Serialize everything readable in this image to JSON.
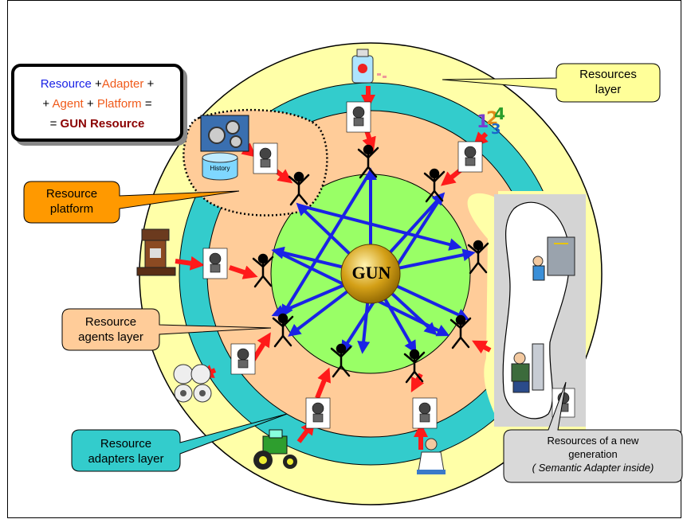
{
  "formula": {
    "resource": "Resource",
    "plus1": " +",
    "adapter": "Adapter",
    "plus2": " +",
    "plus3": "+ ",
    "agent": "Agent",
    "plus4": " + ",
    "platform": "Platform",
    "equals1": " =",
    "equals2": "= ",
    "gun_resource": "GUN Resource"
  },
  "center_label": "GUN",
  "history_label": "History",
  "callouts": {
    "resources_layer": [
      "Resources",
      "layer"
    ],
    "resource_platform": [
      "Resource",
      "platform"
    ],
    "resource_agents_layer": [
      "Resource",
      "agents layer"
    ],
    "resource_adapters_layer": [
      "Resource",
      "adapters layer"
    ],
    "new_generation": [
      "Resources of a new",
      "generation",
      "( Semantic Adapter inside)"
    ]
  },
  "colors": {
    "outer_ring": "#ffffa8",
    "adapter_ring": "#33cccc",
    "agent_ring": "#ffcc99",
    "core": "#99ff66",
    "gun_sphere": "#d4a017",
    "arrow_red": "#ff1a1a",
    "arrow_blue": "#1a22e6",
    "platform_callout": "#ff9900",
    "agents_callout": "#ffcc99",
    "adapters_callout": "#33cccc",
    "resources_callout": "#ffff99",
    "new_gen_callout": "#d9d9d9"
  },
  "icons": [
    "medicine-bottle-icon",
    "numbers-icon",
    "electrician-icon",
    "mechanic-icon",
    "doctor-icon",
    "tractor-icon",
    "film-reels-icon",
    "coffee-machine-icon",
    "gears-icon",
    "database-icon",
    "agent-figure-icon",
    "adapter-icon"
  ]
}
